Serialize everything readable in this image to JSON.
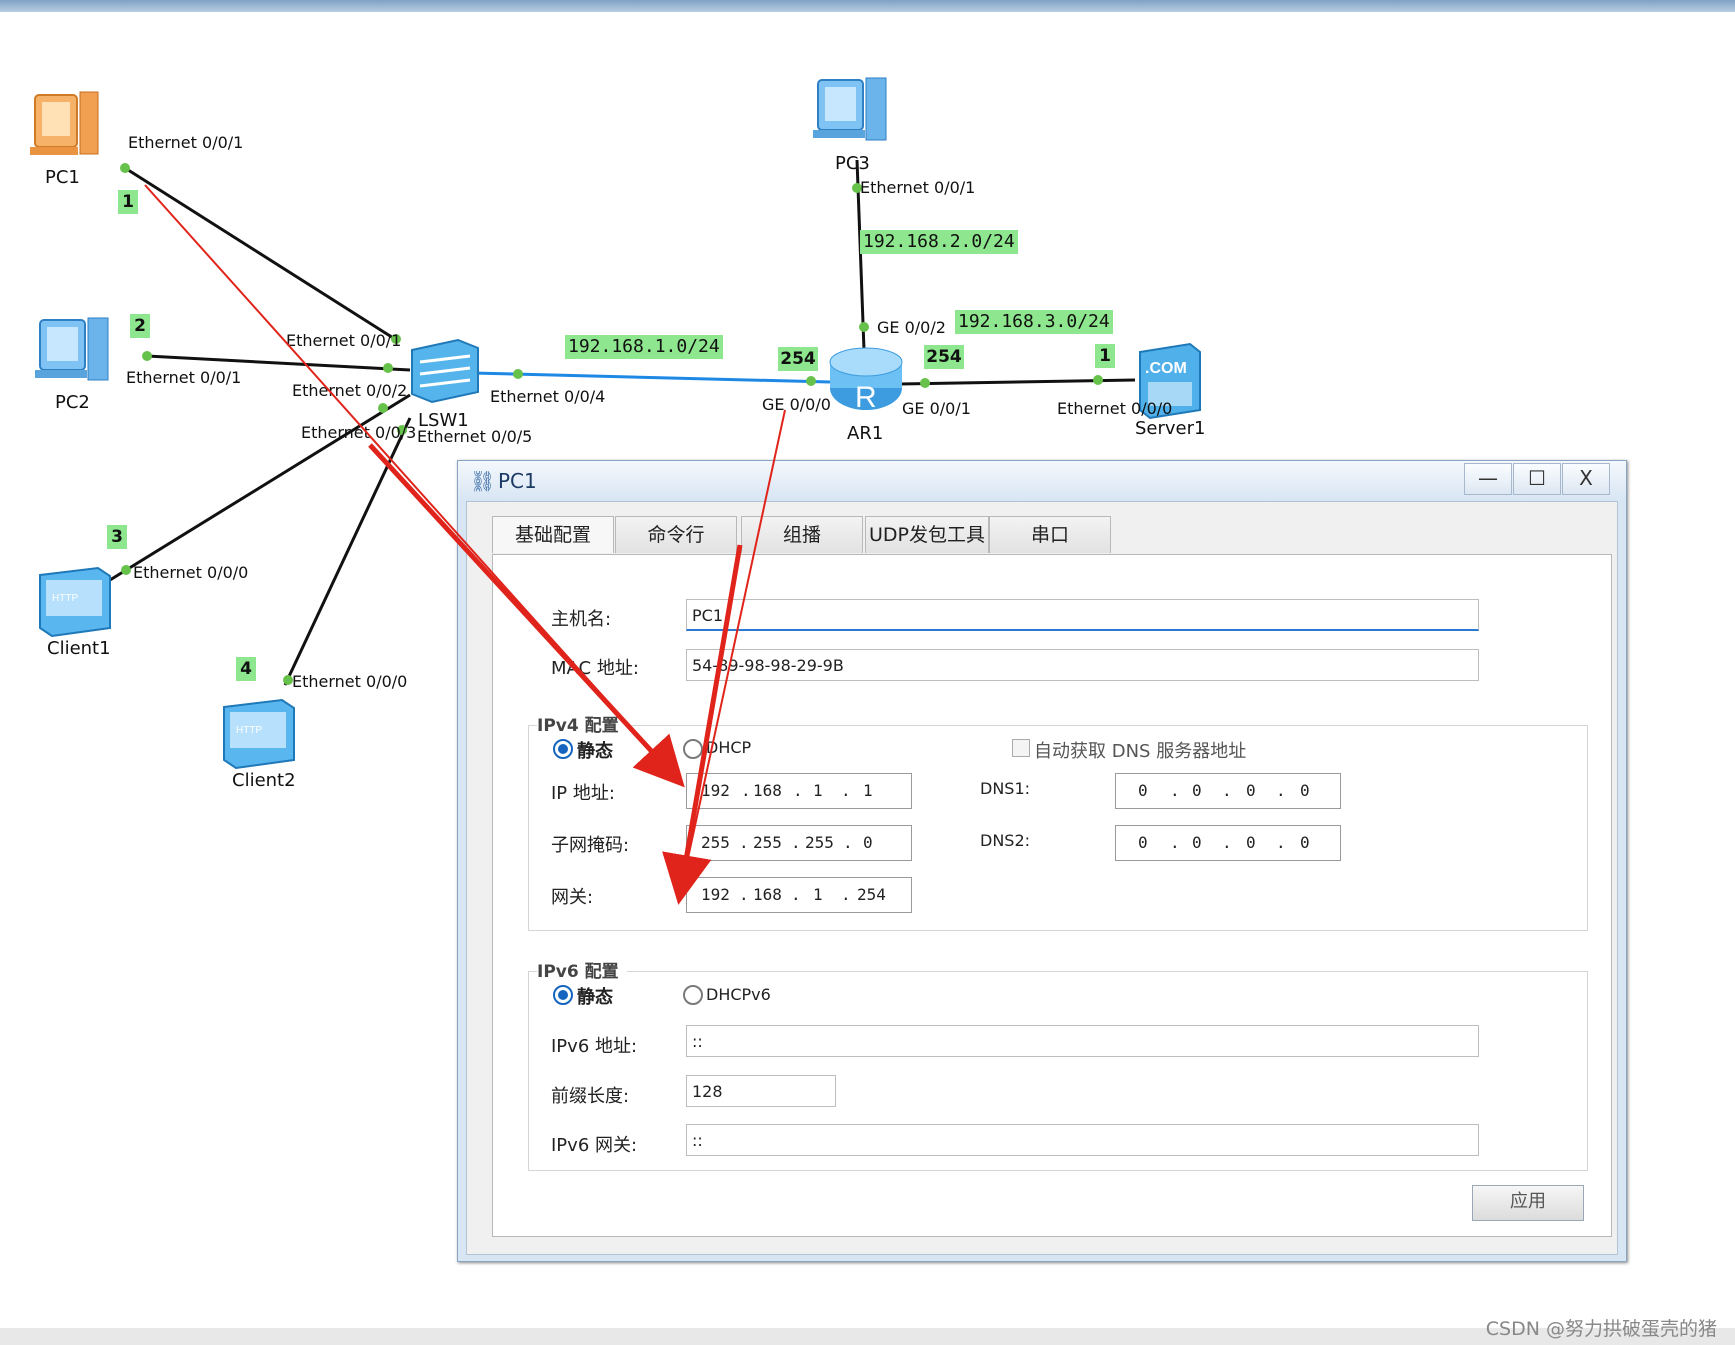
{
  "topology": {
    "devices": {
      "pc1": "PC1",
      "pc2": "PC2",
      "pc3": "PC3",
      "client1": "Client1",
      "client2": "Client2",
      "lsw1": "LSW1",
      "ar1": "AR1",
      "server1": "Server1"
    },
    "ports": {
      "pc1_eth": "Ethernet 0/0/1",
      "pc2_eth": "Ethernet 0/0/1",
      "pc3_eth": "Ethernet 0/0/1",
      "client1_eth": "Ethernet 0/0/0",
      "client2_eth": "Ethernet 0/0/0",
      "lsw_e1": "Ethernet 0/0/1",
      "lsw_e2": "Ethernet 0/0/2",
      "lsw_e3": "Ethernet 0/0/3",
      "lsw_e4": "Ethernet 0/0/4",
      "lsw_e5": "Ethernet 0/0/5",
      "ar_ge0": "GE 0/0/0",
      "ar_ge1": "GE 0/0/1",
      "ar_ge2": "GE 0/0/2",
      "server_eth": "Ethernet 0/0/0"
    },
    "networks": {
      "net1": "192.168.1.0/24",
      "net2": "192.168.2.0/24",
      "net3": "192.168.3.0/24"
    },
    "tags": {
      "t1": "1",
      "t2": "2",
      "t3": "3",
      "t4": "4",
      "ar_ge0_ip": "254",
      "ar_ge1_ip": "254",
      "server_ip": "1"
    },
    "icon_text": {
      "server_com": ".COM",
      "http": "HTTP",
      "router_r": "R"
    }
  },
  "dialog": {
    "title": "PC1",
    "window_buttons": {
      "minimize": "—",
      "maximize": "☐",
      "close": "X"
    },
    "tabs": [
      "基础配置",
      "命令行",
      "组播",
      "UDP发包工具",
      "串口"
    ],
    "hostname_label": "主机名:",
    "hostname_value": "PC1",
    "mac_label": "MAC 地址:",
    "mac_value": "54-89-98-98-29-9B",
    "ipv4": {
      "group_label": "IPv4 配置",
      "static_label": "静态",
      "dhcp_label": "DHCP",
      "auto_dns_label": "自动获取 DNS 服务器地址",
      "ip_label": "IP 地址:",
      "ip": [
        "192",
        "168",
        "1",
        "1"
      ],
      "mask_label": "子网掩码:",
      "mask": [
        "255",
        "255",
        "255",
        "0"
      ],
      "gw_label": "网关:",
      "gw": [
        "192",
        "168",
        "1",
        "254"
      ],
      "dns1_label": "DNS1:",
      "dns1": [
        "0",
        "0",
        "0",
        "0"
      ],
      "dns2_label": "DNS2:",
      "dns2": [
        "0",
        "0",
        "0",
        "0"
      ]
    },
    "ipv6": {
      "group_label": "IPv6 配置",
      "static_label": "静态",
      "dhcp_label": "DHCPv6",
      "addr_label": "IPv6 地址:",
      "addr_value": "::",
      "prefix_label": "前缀长度:",
      "prefix_value": "128",
      "gw_label": "IPv6 网关:",
      "gw_value": "::"
    },
    "apply_label": "应用"
  },
  "watermark": "CSDN @努力拱破蛋壳的猪",
  "colors": {
    "link": "#111111",
    "link_blue": "#1e88e5",
    "tag_green": "#8ee68e",
    "arrow_red": "#e0241b"
  }
}
